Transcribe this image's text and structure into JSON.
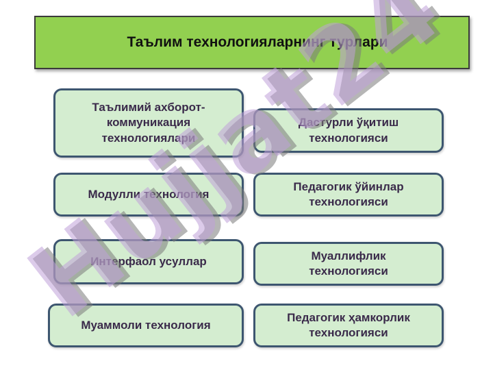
{
  "title": "Таълим технологияларнинг турлари",
  "cards": [
    {
      "id": "c1",
      "label": "Таълимий ахборот-\nкоммуникация\nтехнологиялари"
    },
    {
      "id": "c2",
      "label": "Дастурли ўқитиш\nтехнологияси"
    },
    {
      "id": "c3",
      "label": "Модулли технология"
    },
    {
      "id": "c4",
      "label": "Педагогик ўйинлар\nтехнологияси"
    },
    {
      "id": "c5",
      "label": "Интерфаол усуллар"
    },
    {
      "id": "c6",
      "label": "Муаллифлик\nтехнологияси"
    },
    {
      "id": "c7",
      "label": "Муаммоли технология"
    },
    {
      "id": "c8",
      "label": "Педагогик ҳамкорлик\nтехнологияси"
    }
  ],
  "watermark": {
    "text": "Hujjat24",
    "fill_color": "#c0a0d8",
    "shadow_color": "#7a7a7a"
  }
}
